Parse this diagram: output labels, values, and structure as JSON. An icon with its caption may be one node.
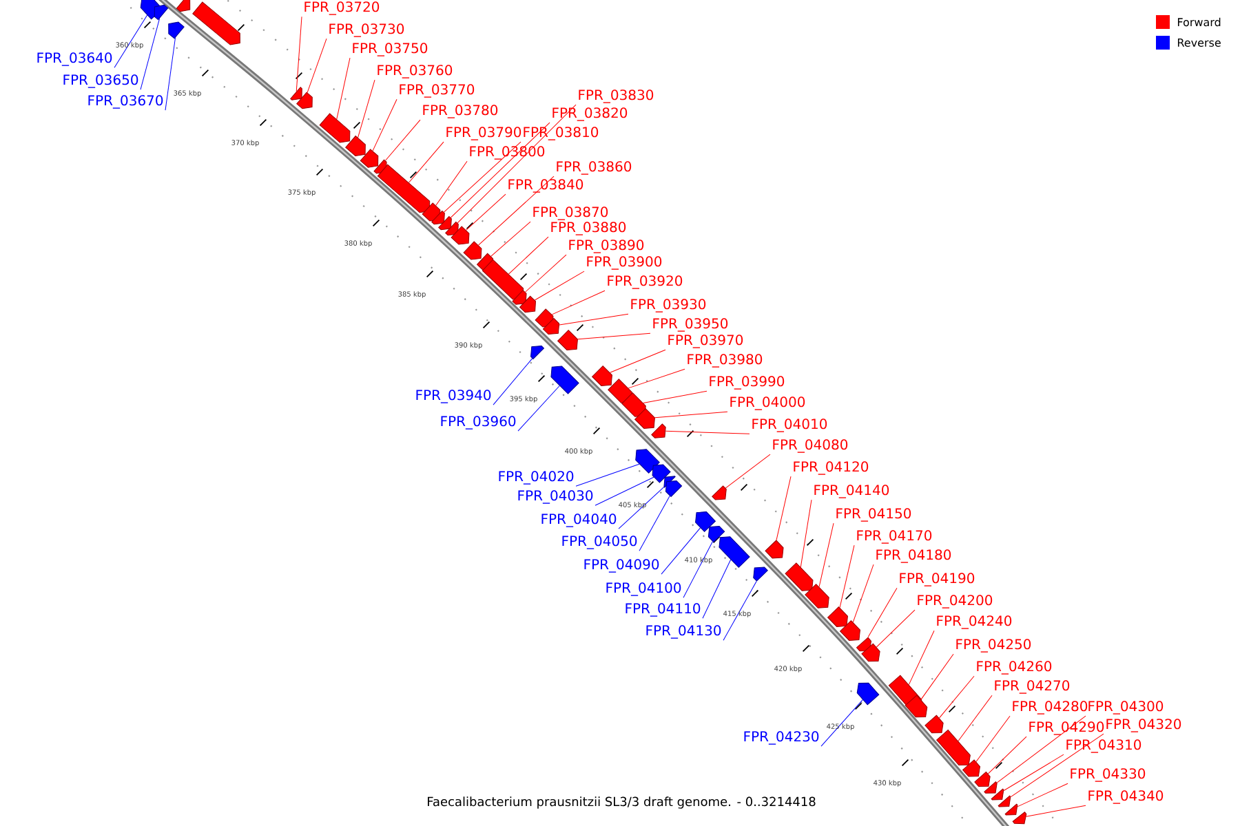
{
  "diagram": {
    "caption": "Faecalibacterium prausnitzii SL3/3 draft genome. - 0..3214418",
    "nodes": [
      {
        "text": [
          "FPR_03640"
        ]
      },
      {
        "text": [],
        "shape": "arrow"
      },
      {
        "text": [
          "FPR_03650"
        ]
      },
      {
        "text": [],
        "shape": "arrow"
      },
      {
        "text": [],
        "shape": "arrow"
      },
      {
        "text": [
          "FPR_03670"
        ]
      },
      {
        "text": [],
        "shape": "arrow"
      },
      {
        "text": [],
        "shape": "arrow"
      },
      {
        "text": [
          "FPR_03720"
        ]
      },
      {
        "text": [],
        "shape": "arrow"
      },
      {
        "text": [
          "FPR_03730"
        ]
      },
      {
        "text": [],
        "shape": "arrow"
      },
      {
        "text": [
          "FPR_03750"
        ]
      },
      {
        "text": [],
        "shape": "arrow"
      },
      {
        "text": [
          "FPR_03760"
        ]
      },
      {
        "text": [],
        "shape": "arrow"
      },
      {
        "text": [
          "FPR_03770"
        ]
      },
      {
        "text": [],
        "shape": "arrow"
      },
      {
        "text": [
          "FPR_03780"
        ]
      },
      {
        "text": [],
        "shape": "arrow"
      },
      {
        "text": [
          "FPR_03790"
        ]
      },
      {
        "text": [],
        "shape": "arrow"
      },
      {
        "text": [
          "FPR_03800"
        ]
      },
      {
        "text": [],
        "shape": "arrow"
      },
      {
        "text": [
          "FPR_03810"
        ]
      },
      {
        "text": [],
        "shape": "arrow"
      },
      {
        "text": [
          "FPR_03820"
        ]
      },
      {
        "text": [],
        "shape": "arrow"
      },
      {
        "text": [
          "FPR_03830"
        ]
      },
      {
        "text": [],
        "shape": "arrow"
      },
      {
        "text": [
          "FPR_03840"
        ]
      },
      {
        "text": [],
        "shape": "arrow"
      },
      {
        "text": [
          "FPR_03860"
        ]
      },
      {
        "text": [],
        "shape": "arrow"
      },
      {
        "text": [
          "FPR_03870"
        ]
      },
      {
        "text": [],
        "shape": "arrow"
      },
      {
        "text": [
          "FPR_03880"
        ]
      },
      {
        "text": [],
        "shape": "arrow"
      },
      {
        "text": [
          "FPR_03890"
        ]
      },
      {
        "text": [],
        "shape": "arrow"
      },
      {
        "text": [
          "FPR_03900"
        ]
      },
      {
        "text": [],
        "shape": "arrow"
      },
      {
        "text": [
          "FPR_03920"
        ]
      },
      {
        "text": [],
        "shape": "arrow"
      },
      {
        "text": [
          "FPR_03930"
        ]
      },
      {
        "text": [],
        "shape": "arrow"
      },
      {
        "text": [
          "FPR_03940"
        ]
      },
      {
        "text": [],
        "shape": "arrow"
      },
      {
        "text": [
          "FPR_03950"
        ]
      },
      {
        "text": [],
        "shape": "arrow"
      },
      {
        "text": [
          "FPR_03960"
        ]
      },
      {
        "text": [],
        "shape": "arrow"
      },
      {
        "text": [
          "FPR_03970"
        ]
      },
      {
        "text": [],
        "shape": "arrow"
      },
      {
        "text": [
          "FPR_03980"
        ]
      },
      {
        "text": [],
        "shape": "arrow"
      },
      {
        "text": [
          "FPR_03990"
        ]
      },
      {
        "text": [],
        "shape": "arrow"
      },
      {
        "text": [
          "FPR_04000"
        ]
      },
      {
        "text": [],
        "shape": "arrow"
      },
      {
        "text": [
          "FPR_04010"
        ]
      },
      {
        "text": [],
        "shape": "arrow"
      },
      {
        "text": [
          "FPR_04020"
        ]
      },
      {
        "text": [],
        "shape": "arrow"
      },
      {
        "text": [
          "FPR_04030"
        ]
      },
      {
        "text": [],
        "shape": "arrow"
      },
      {
        "text": [
          "FPR_04040"
        ]
      },
      {
        "text": [],
        "shape": "arrow"
      },
      {
        "text": [
          "FPR_04050"
        ]
      },
      {
        "text": [],
        "shape": "arrow"
      },
      {
        "text": [
          "FPR_04080"
        ]
      },
      {
        "text": [],
        "shape": "arrow"
      },
      {
        "text": [
          "FPR_04090"
        ]
      },
      {
        "text": [],
        "shape": "arrow"
      },
      {
        "text": [
          "FPR_04100"
        ]
      },
      {
        "text": [],
        "shape": "arrow"
      },
      {
        "text": [
          "FPR_04110"
        ]
      },
      {
        "text": [],
        "shape": "arrow"
      },
      {
        "text": [
          "FPR_04120"
        ]
      },
      {
        "text": [],
        "shape": "arrow"
      },
      {
        "text": [
          "FPR_04130"
        ]
      },
      {
        "text": [],
        "shape": "arrow"
      },
      {
        "text": [
          "FPR_04140"
        ]
      },
      {
        "text": [],
        "shape": "arrow"
      },
      {
        "text": [
          "FPR_04150"
        ]
      },
      {
        "text": [],
        "shape": "arrow"
      },
      {
        "text": [
          "FPR_04170"
        ]
      },
      {
        "text": [],
        "shape": "arrow"
      },
      {
        "text": [
          "FPR_04180"
        ]
      },
      {
        "text": [],
        "shape": "arrow"
      },
      {
        "text": [
          "FPR_04190"
        ]
      },
      {
        "text": [],
        "shape": "arrow"
      },
      {
        "text": [
          "FPR_04200"
        ]
      },
      {
        "text": [],
        "shape": "arrow"
      },
      {
        "text": [
          "FPR_04230"
        ]
      },
      {
        "text": [],
        "shape": "arrow"
      },
      {
        "text": [
          "FPR_04240"
        ]
      },
      {
        "text": [],
        "shape": "arrow"
      },
      {
        "text": [
          "FPR_04250"
        ]
      },
      {
        "text": [],
        "shape": "arrow"
      },
      {
        "text": [
          "FPR_04260"
        ]
      },
      {
        "text": [],
        "shape": "arrow"
      },
      {
        "text": [
          "FPR_04270"
        ]
      },
      {
        "text": [],
        "shape": "arrow"
      },
      {
        "text": [
          "FPR_04280"
        ]
      },
      {
        "text": [],
        "shape": "arrow"
      },
      {
        "text": [
          "FPR_04290"
        ]
      },
      {
        "text": [],
        "shape": "arrow"
      },
      {
        "text": [
          "FPR_04300"
        ]
      },
      {
        "text": [],
        "shape": "arrow"
      },
      {
        "text": [
          "FPR_04310"
        ]
      },
      {
        "text": [],
        "shape": "arrow"
      },
      {
        "text": [
          "FPR_04320"
        ]
      },
      {
        "text": [],
        "shape": "arrow"
      },
      {
        "text": [
          "FPR_04330"
        ]
      },
      {
        "text": [],
        "shape": "arrow"
      },
      {
        "text": [
          "FPR_04340"
        ]
      },
      {
        "text": [],
        "shape": "arrow"
      }
    ],
    "edges": [
      {
        "from": 0,
        "to": 1,
        "arrow": "none",
        "color": "#0000ff"
      },
      {
        "from": 2,
        "to": 3,
        "arrow": "none",
        "color": "#0000ff"
      },
      {
        "from": 5,
        "to": 6,
        "arrow": "none",
        "color": "#0000ff"
      },
      {
        "from": 8,
        "to": 9,
        "arrow": "none"
      },
      {
        "from": 10,
        "to": 11,
        "arrow": "none"
      },
      {
        "from": 12,
        "to": 13,
        "arrow": "none"
      },
      {
        "from": 14,
        "to": 15,
        "arrow": "none"
      },
      {
        "from": 16,
        "to": 17,
        "arrow": "none"
      },
      {
        "from": 18,
        "to": 19,
        "arrow": "none"
      },
      {
        "from": 20,
        "to": 21,
        "arrow": "none"
      },
      {
        "from": 22,
        "to": 23,
        "arrow": "none"
      },
      {
        "from": 24,
        "to": 25,
        "arrow": "none"
      },
      {
        "from": 26,
        "to": 27,
        "arrow": "none"
      },
      {
        "from": 28,
        "to": 29,
        "arrow": "none"
      },
      {
        "from": 30,
        "to": 31,
        "arrow": "none"
      },
      {
        "from": 32,
        "to": 33,
        "arrow": "none"
      },
      {
        "from": 34,
        "to": 35,
        "arrow": "none"
      },
      {
        "from": 36,
        "to": 37,
        "arrow": "none"
      },
      {
        "from": 38,
        "to": 39,
        "arrow": "none"
      },
      {
        "from": 40,
        "to": 41,
        "arrow": "none"
      },
      {
        "from": 42,
        "to": 43,
        "arrow": "none"
      },
      {
        "from": 44,
        "to": 45,
        "arrow": "none"
      },
      {
        "from": 46,
        "to": 47,
        "arrow": "none",
        "color": "#0000ff"
      },
      {
        "from": 48,
        "to": 49,
        "arrow": "none"
      },
      {
        "from": 50,
        "to": 51,
        "arrow": "none",
        "color": "#0000ff"
      },
      {
        "from": 52,
        "to": 53,
        "arrow": "none"
      },
      {
        "from": 54,
        "to": 55,
        "arrow": "none"
      },
      {
        "from": 56,
        "to": 57,
        "arrow": "none"
      },
      {
        "from": 58,
        "to": 59,
        "arrow": "none"
      },
      {
        "from": 60,
        "to": 61,
        "arrow": "none"
      },
      {
        "from": 62,
        "to": 63,
        "arrow": "none",
        "color": "#0000ff"
      },
      {
        "from": 64,
        "to": 65,
        "arrow": "none",
        "color": "#0000ff"
      },
      {
        "from": 66,
        "to": 67,
        "arrow": "none",
        "color": "#0000ff"
      },
      {
        "from": 68,
        "to": 69,
        "arrow": "none",
        "color": "#0000ff"
      },
      {
        "from": 70,
        "to": 71,
        "arrow": "none"
      },
      {
        "from": 72,
        "to": 73,
        "arrow": "none",
        "color": "#0000ff"
      },
      {
        "from": 74,
        "to": 75,
        "arrow": "none",
        "color": "#0000ff"
      },
      {
        "from": 76,
        "to": 77,
        "arrow": "none",
        "color": "#0000ff"
      },
      {
        "from": 78,
        "to": 79,
        "arrow": "none"
      },
      {
        "from": 80,
        "to": 81,
        "arrow": "none",
        "color": "#0000ff"
      },
      {
        "from": 82,
        "to": 83,
        "arrow": "none"
      },
      {
        "from": 84,
        "to": 85,
        "arrow": "none"
      },
      {
        "from": 86,
        "to": 87,
        "arrow": "none"
      },
      {
        "from": 88,
        "to": 89,
        "arrow": "none"
      },
      {
        "from": 90,
        "to": 91,
        "arrow": "none"
      },
      {
        "from": 92,
        "to": 93,
        "arrow": "none"
      },
      {
        "from": 94,
        "to": 95,
        "arrow": "none",
        "color": "#0000ff"
      },
      {
        "from": 96,
        "to": 97,
        "arrow": "none"
      },
      {
        "from": 98,
        "to": 99,
        "arrow": "none"
      },
      {
        "from": 100,
        "to": 101,
        "arrow": "none"
      },
      {
        "from": 102,
        "to": 103,
        "arrow": "none"
      },
      {
        "from": 104,
        "to": 105,
        "arrow": "none"
      },
      {
        "from": 106,
        "to": 107,
        "arrow": "none"
      },
      {
        "from": 108,
        "to": 109,
        "arrow": "none"
      },
      {
        "from": 110,
        "to": 111,
        "arrow": "none"
      },
      {
        "from": 112,
        "to": 113,
        "arrow": "none"
      },
      {
        "from": 114,
        "to": 115,
        "arrow": "none"
      },
      {
        "from": 116,
        "to": 117,
        "arrow": "none"
      }
    ],
    "labels": [
      "360 kbp",
      "365 kbp",
      "370 kbp",
      "375 kbp",
      "380 kbp",
      "385 kbp",
      "390 kbp",
      "395 kbp",
      "400 kbp",
      "405 kbp",
      "410 kbp",
      "415 kbp",
      "420 kbp",
      "425 kbp",
      "430 kbp"
    ],
    "legend": [
      {
        "text": "Forward",
        "color": "#ff0000"
      },
      {
        "text": "Reverse",
        "color": "#0000ff"
      }
    ]
  }
}
